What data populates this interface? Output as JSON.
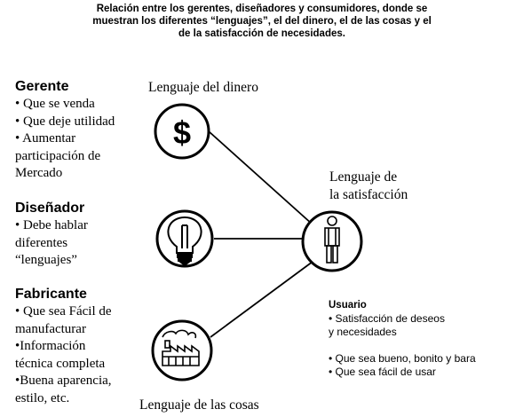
{
  "caption": {
    "line1": "Relación entre los gerentes, diseñadores y consumidores, donde se",
    "line2": "muestran los diferentes “lenguajes”, el del dinero, el de las cosas y el",
    "line3": "de la satisfacción de necesidades."
  },
  "gerente": {
    "title": "Gerente",
    "lines": [
      "• Que se venda",
      "• Que deje utilidad",
      "• Aumentar",
      "participación de",
      "Mercado"
    ]
  },
  "disenador": {
    "title": "Diseñador",
    "lines": [
      "• Debe hablar",
      "diferentes",
      "“lenguajes”"
    ]
  },
  "fabricante": {
    "title": "Fabricante",
    "lines": [
      "• Que sea Fácil de",
      "manufacturar",
      "•Información",
      "técnica completa",
      "•Buena aparencia,",
      "estilo, etc."
    ]
  },
  "languages": {
    "money": "Lenguaje del dinero",
    "satisfaction_1": "Lenguaje de",
    "satisfaction_2": "la satisfacción",
    "things": "Lenguaje de las cosas"
  },
  "usuario": {
    "title": "Usuario",
    "lines_a": [
      "• Satisfacción de deseos",
      "y necesidades"
    ],
    "lines_b": [
      "• Que sea bueno, bonito y bara",
      "• Que sea fácil de usar"
    ]
  },
  "icons": {
    "money": "dollar-icon",
    "designer": "light-bulb-icon",
    "factory": "factory-icon",
    "user": "person-icon"
  }
}
